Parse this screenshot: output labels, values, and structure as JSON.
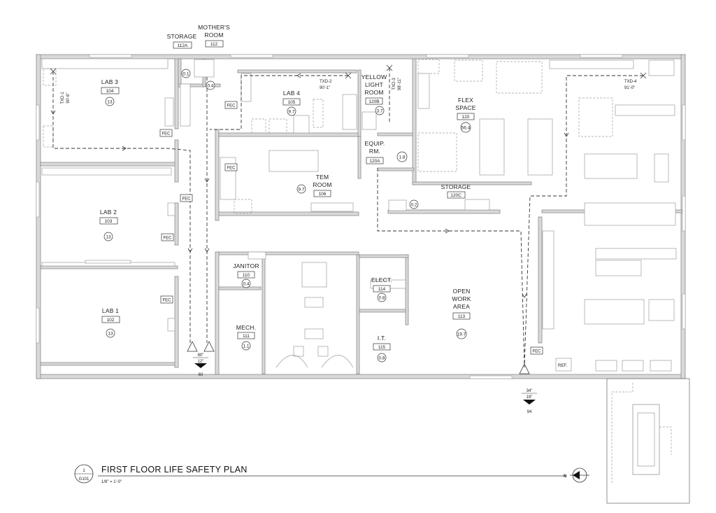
{
  "rooms": {
    "lab3": {
      "name": "LAB 3",
      "num": "104",
      "occ": "13"
    },
    "lab4": {
      "name": "LAB 4",
      "num": "105",
      "occ": "9.7"
    },
    "lab2": {
      "name": "LAB 2",
      "num": "103",
      "occ": "13"
    },
    "lab1": {
      "name": "LAB 1",
      "num": "102",
      "occ": "13"
    },
    "storage112a": {
      "name": "STORAGE",
      "num": "112A",
      "occ": "0.1"
    },
    "mothers": {
      "name1": "MOTHER'S",
      "name2": "ROOM",
      "num": "112",
      "occ": "0.4"
    },
    "yellow": {
      "name1": "YELLOW",
      "name2": "LIGHT",
      "name3": "ROOM",
      "num": "120B",
      "occ": "3.7"
    },
    "equip": {
      "name1": "EQUIP.",
      "name2": "RM.",
      "num": "120A",
      "occ": "1.8"
    },
    "flex": {
      "name1": "FLEX",
      "name2": "SPACE",
      "num": "120",
      "occ": "56.4"
    },
    "tem": {
      "name1": "TEM",
      "name2": "ROOM",
      "num": "106",
      "occ": "9.7"
    },
    "storage120c": {
      "name": "STORAGE",
      "num": "120C",
      "occ": "0.2"
    },
    "janitor": {
      "name": "JANITOR",
      "num": "110",
      "occ": "0.4"
    },
    "mech": {
      "name": "MECH.",
      "num": "111",
      "occ": "1.1"
    },
    "elect": {
      "name": "ELECT.",
      "num": "114",
      "occ": "0.8"
    },
    "it": {
      "name": "I.T.",
      "num": "115",
      "occ": "0.8"
    },
    "open": {
      "name1": "OPEN",
      "name2": "WORK",
      "name3": "AREA",
      "num": "113",
      "occ": "19.7"
    }
  },
  "travel": {
    "txd1": {
      "name": "TXD-1",
      "dist": "90'-6\""
    },
    "txd2": {
      "name": "TXD-2",
      "dist": "90'-1\""
    },
    "txd3": {
      "name": "TXD-3",
      "dist": "98'-11\""
    },
    "txd4": {
      "name": "TXD-4",
      "dist": "91'-0\""
    }
  },
  "fec_label": "FEC",
  "ref_label": "REF.",
  "exits": {
    "exit_west": {
      "width": "80\"",
      "req": "12\"",
      "occ": "60"
    },
    "exit_east": {
      "width": "34\"",
      "req": "19\"",
      "occ": "94"
    }
  },
  "title_block": {
    "number": "1",
    "sheet": "G101",
    "title": "FIRST FLOOR LIFE SAFETY PLAN",
    "scale": "1/8\" = 1'-0\""
  },
  "north_label": "N",
  "colors": {
    "line": "#333333",
    "wall": "#d9d9d9"
  }
}
